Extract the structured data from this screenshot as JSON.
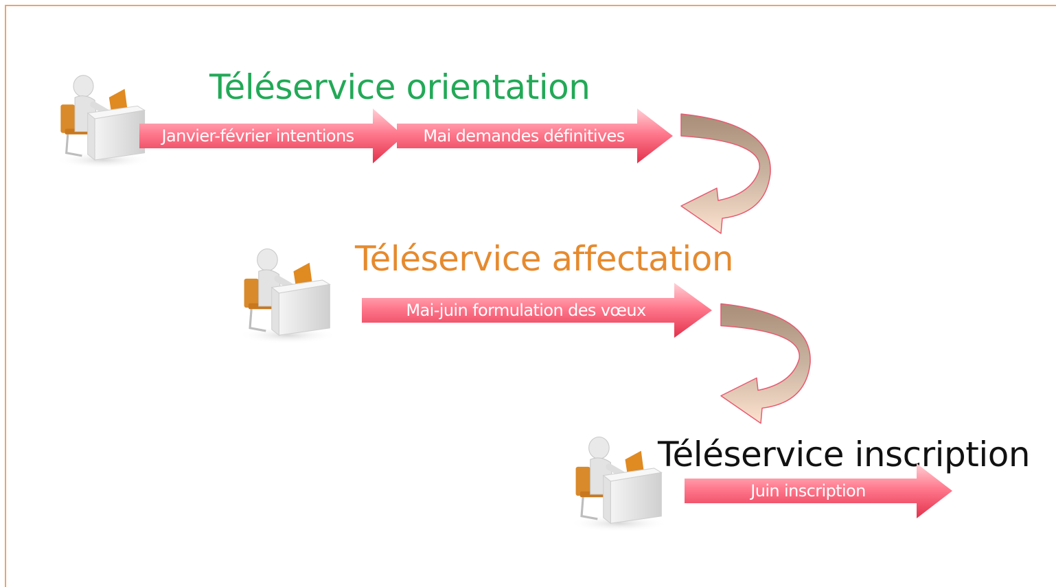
{
  "colors": {
    "frame": "#f0a070",
    "arrow_top": "#ffc0c8",
    "arrow_mid": "#ff6f86",
    "arrow_bottom": "#e8344e",
    "curve_outer": "#b49a86",
    "curve_inner": "#fde2cf",
    "title_orientation": "#22a957",
    "title_affectation": "#e68a2e",
    "title_inscription": "#111111"
  },
  "stages": {
    "orientation": {
      "title": "Téléservice orientation",
      "steps": [
        "Janvier-février intentions",
        "Mai demandes définitives"
      ]
    },
    "affectation": {
      "title": "Téléservice affectation",
      "steps": [
        "Mai-juin formulation des vœux"
      ]
    },
    "inscription": {
      "title": "Téléservice inscription",
      "steps": [
        "Juin inscription"
      ]
    }
  },
  "icons": {
    "figure": "person-at-computer-icon",
    "curve": "curved-down-arrow-icon"
  }
}
